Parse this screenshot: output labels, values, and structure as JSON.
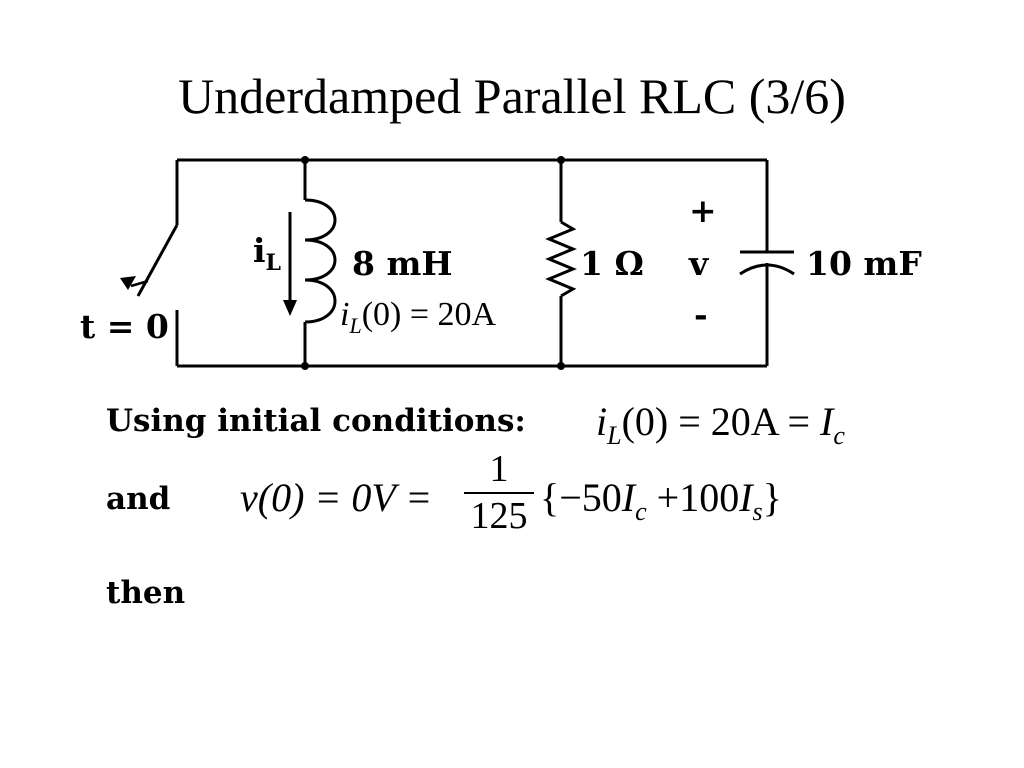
{
  "title": "Underdamped Parallel RLC (3/6)",
  "circuit": {
    "switch_label": "t = 0",
    "inductor_current_symbol": "i",
    "inductor_current_subscript": "L",
    "inductor_value": "8 mH",
    "inductor_initial": {
      "i": "i",
      "sub": "L",
      "rest": "(0) = 20A"
    },
    "resistor_value": "1 Ω",
    "voltage_plus": "+",
    "voltage_symbol": "v",
    "voltage_minus": "-",
    "capacitor_value": "10 mF"
  },
  "text": {
    "line1_label": "Using initial conditions:",
    "line1_eq": {
      "i": "i",
      "sub": "L",
      "mid": "(0) = 20A = ",
      "I": "I",
      "I_sub": "c"
    },
    "line2_label": "and",
    "line2_eq": {
      "lhs": "v(0) = 0V = ",
      "num": "1",
      "den": "125",
      "rhs_a": "{−50",
      "Ic": "I",
      "Ic_sub": "c",
      "rhs_b": " +100",
      "Is": "I",
      "Is_sub": "s",
      "rhs_c": "}"
    },
    "line3_label": "then"
  }
}
